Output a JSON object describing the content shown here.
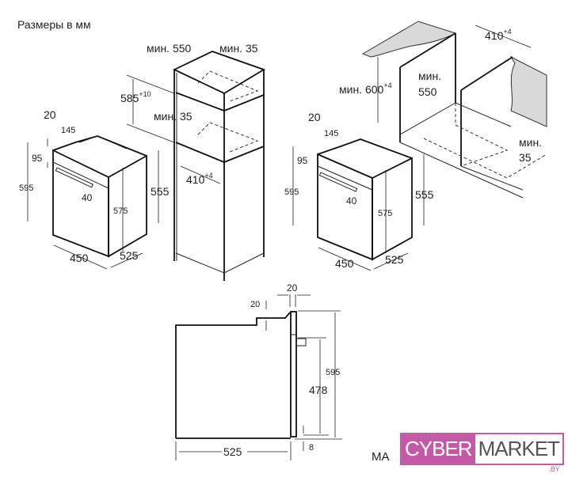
{
  "title": "Размеры в мм",
  "left_oven": {
    "d20": "20",
    "d145": "145",
    "d95": "95",
    "d595": "595",
    "d40": "40",
    "d575": "575",
    "d555": "555",
    "d450": "450",
    "d525": "525"
  },
  "tall_cabinet": {
    "min550": "мин. 550",
    "min35_top": "мин. 35",
    "h585": "585",
    "h585_tol": "+10",
    "min35_mid": "мин. 35",
    "w410": "410",
    "w410_tol": "+4"
  },
  "right_oven": {
    "d20": "20",
    "d145": "145",
    "d95": "95",
    "d595": "595",
    "d40": "40",
    "d575": "575",
    "d555": "555",
    "d450": "450",
    "d525": "525"
  },
  "under_counter": {
    "w410": "410",
    "w410_tol": "+4",
    "min600": "мин. 600",
    "min600_tol": "+4",
    "min_label": "мин.",
    "d550": "550",
    "min35_label": "мин.",
    "d35": "35"
  },
  "side_view": {
    "d20_top": "20",
    "d20_left": "20",
    "d595": "595",
    "d478": "478",
    "d525": "525",
    "d8": "8"
  },
  "watermark": {
    "partial": "MA",
    "logo_a": "CYBER",
    "logo_b": "MARKET",
    "logo_c": ".BY"
  },
  "colors": {
    "brand": "#c25aa6",
    "countertop": "#d9d9d9"
  }
}
